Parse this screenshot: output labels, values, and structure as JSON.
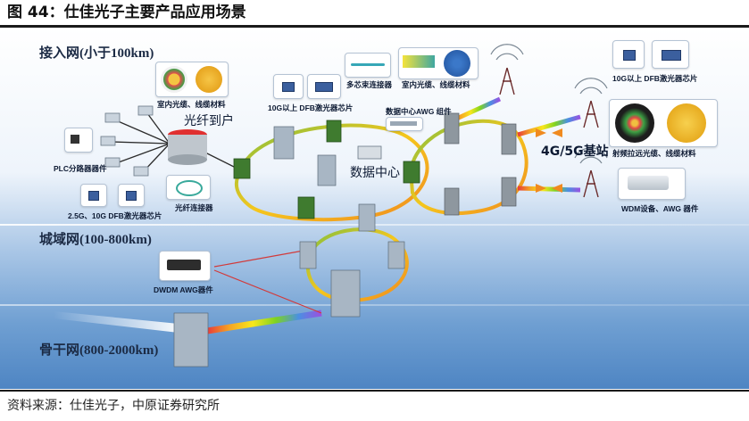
{
  "title": "图 44：仕佳光子主要产品应用场景",
  "footer": "资料来源：仕佳光子，中原证券研究所",
  "bands": {
    "access": "接入网(小于100km)",
    "metro": "城域网(100-800km)",
    "backbone": "骨干网(800-2000km)"
  },
  "labels": {
    "indoor_cable_left": "室内光缆、线缆材料",
    "fttx": "光纤到户",
    "plc_splitter": "PLC分路器器件",
    "dfb_2_5g_10g": "2.5G、10G DFB激光器芯片",
    "fiber_connector": "光纤连接器",
    "dfb_10g_center": "10G以上 DFB激光器芯片",
    "multicore_connector": "多芯束连接器",
    "indoor_cable_center": "室内光缆、线缆材料",
    "dc_awg": "数据中心AWG 组件",
    "data_center": "数据中心",
    "dfb_10g_right": "10G以上 DFB激光器芯片",
    "base_station": "4G/5G基站",
    "rf_cable": "射频拉远光缆、线缆材料",
    "wdm_awg": "WDM设备、AWG 器件",
    "dwdm_awg": "DWDM AWG器件"
  },
  "colors": {
    "ring_green": "#7ec040",
    "ring_yellow": "#f5c61d",
    "ring_orange": "#f08a1f",
    "building_green": "#3f7b2f",
    "building_gray": "#8e979f",
    "arrow_red": "#d23a3a",
    "chip_blue": "#3b5f9e"
  }
}
